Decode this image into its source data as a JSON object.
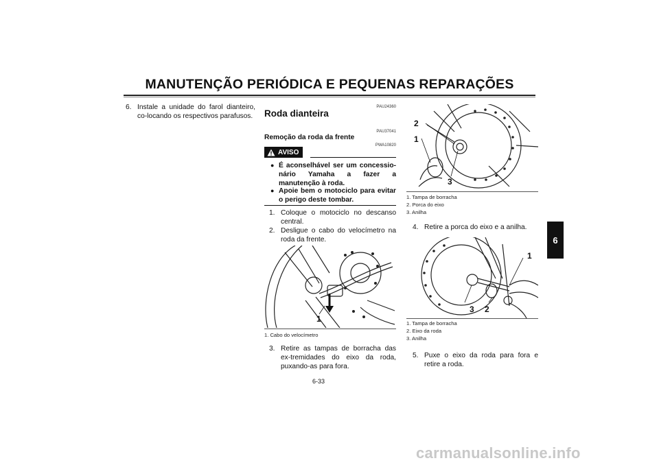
{
  "header": {
    "title": "MANUTENÇÃO PERIÓDICA E PEQUENAS REPARAÇÕES"
  },
  "section_tab": "6",
  "left_col": {
    "step6": {
      "num": "6.",
      "text": "Instale a unidade do farol dianteiro, co-locando os respectivos parafusos."
    }
  },
  "mid_col": {
    "code1": "PAU24360",
    "heading": "Roda dianteira",
    "code2": "PAU37041",
    "subheading": "Remoção da roda da frente",
    "warning": {
      "label": "AVISO",
      "code": "PWA10820",
      "bullets": [
        "É aconselhável ser um concessio-nário Yamaha a fazer a manutenção à roda.",
        "Apoie bem o motociclo para evitar o perigo deste tombar."
      ]
    },
    "steps": [
      {
        "num": "1.",
        "text": "Coloque o motociclo no descanso central."
      },
      {
        "num": "2.",
        "text": "Desligue o cabo do velocímetro na roda da frente."
      }
    ],
    "fig1_callout": "1",
    "fig1_caption": "1.  Cabo do velocímetro",
    "step3": {
      "num": "3.",
      "text": "Retire as tampas de borracha das ex-tremidades do eixo da roda, puxando-as para fora."
    }
  },
  "right_col": {
    "fig2_callouts": [
      "2",
      "1",
      "3"
    ],
    "fig2_caption": [
      "1.  Tampa de borracha",
      "2.  Porca do eixo",
      "3.  Anilha"
    ],
    "step4": {
      "num": "4.",
      "text": "Retire a porca do eixo e a anilha."
    },
    "fig3_callouts": [
      "1",
      "3",
      "2"
    ],
    "fig3_caption": [
      "1.  Tampa de borracha",
      "2.  Eixo da roda",
      "3.  Anilha"
    ],
    "step5": {
      "num": "5.",
      "text": "Puxe o eixo da roda para fora e retire a roda."
    }
  },
  "footer": {
    "page_number": "6-33"
  },
  "watermark": "carmanualsonline.info"
}
